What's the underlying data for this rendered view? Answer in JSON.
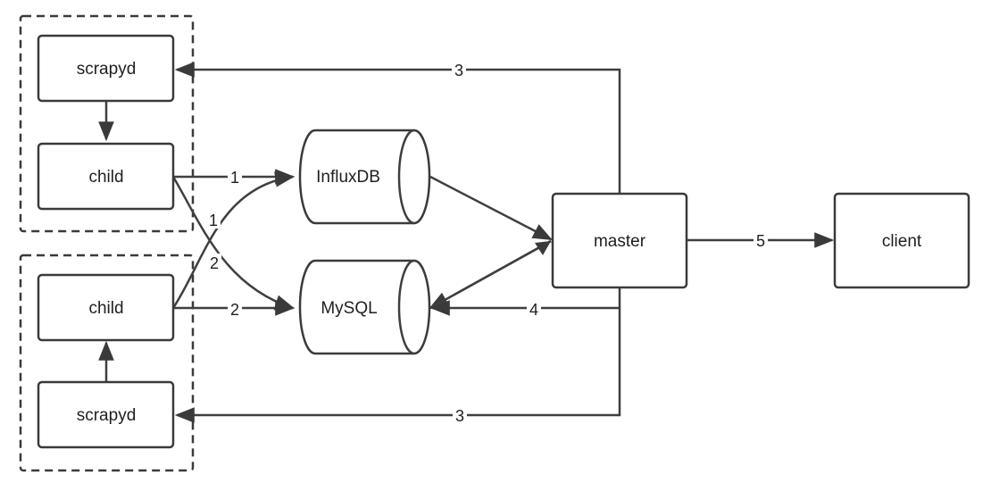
{
  "nodes": {
    "scrapyd_top": "scrapyd",
    "child_top": "child",
    "child_bottom": "child",
    "scrapyd_bottom": "scrapyd",
    "influxdb": "InfluxDB",
    "mysql": "MySQL",
    "master": "master",
    "client": "client"
  },
  "edge_labels": {
    "master_to_scrapyd_top": "3",
    "child_top_to_influxdb": "1",
    "child_top_to_mysql": "2",
    "child_bottom_to_influxdb": "1",
    "child_bottom_to_mysql": "2",
    "master_to_mysql": "4",
    "master_to_client": "5",
    "master_to_scrapyd_bottom": "3"
  }
}
